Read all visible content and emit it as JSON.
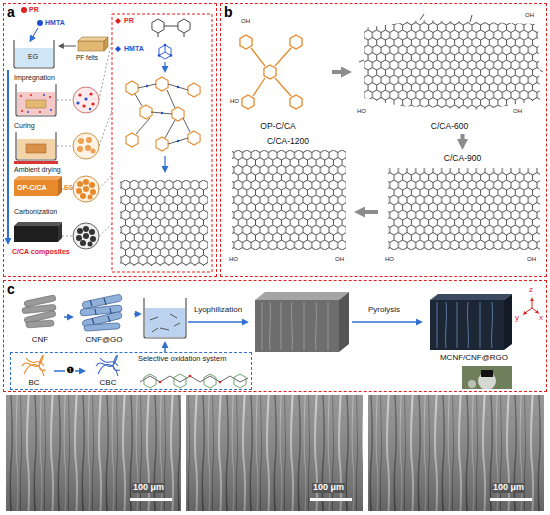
{
  "diagram": {
    "nodes": [
      {
        "text": [
          "a"
        ]
      },
      {
        "text": [
          "b"
        ]
      },
      {
        "text": [
          "c"
        ]
      },
      {
        "text": [
          "OP-C/CA"
        ],
        "in": 1
      },
      {
        "text": [
          "C/CA-600"
        ],
        "in": 1
      },
      {
        "text": [
          "C/CA-900"
        ],
        "in": 1
      },
      {
        "text": [
          "C/CA-1200"
        ],
        "in": 1
      },
      {
        "text": [
          "CNF"
        ],
        "in": 2
      },
      {
        "text": [
          "CNF@GO"
        ],
        "in": 2
      },
      {
        "text": [
          "MCNF/CNF@RGO"
        ],
        "in": 2
      },
      {
        "text": [
          "Selective oxidation system"
        ],
        "in": 2
      },
      {
        "text": [
          "BC"
        ],
        "in": 10
      },
      {
        "text": [
          "CBC"
        ],
        "in": 10
      }
    ],
    "edges": [
      {
        "from": 3,
        "to": 4,
        "arrow": "to"
      },
      {
        "from": 4,
        "to": 5,
        "arrow": "to"
      },
      {
        "from": 5,
        "to": 6,
        "arrow": "to"
      },
      {
        "from": 7,
        "to": 8,
        "arrow": "to"
      },
      {
        "from": 11,
        "to": 12,
        "label": "❶",
        "arrow": "to"
      }
    ],
    "labels": [
      "PR",
      "HMTA",
      "PR",
      "HMTA",
      "EG",
      "PF felts",
      "Impregnation",
      "Curing",
      "Ambient drying",
      "EG",
      "OP-C/CA",
      "Carbonization",
      "C/CA composites",
      "OH",
      "HO",
      "OH",
      "HO",
      "OH",
      "HO",
      "OH",
      "HO",
      "OH",
      "Lyophilization",
      "Pyrolysis",
      "z",
      "y",
      "x",
      "100 μm",
      "100 μm",
      "100 μm"
    ]
  }
}
